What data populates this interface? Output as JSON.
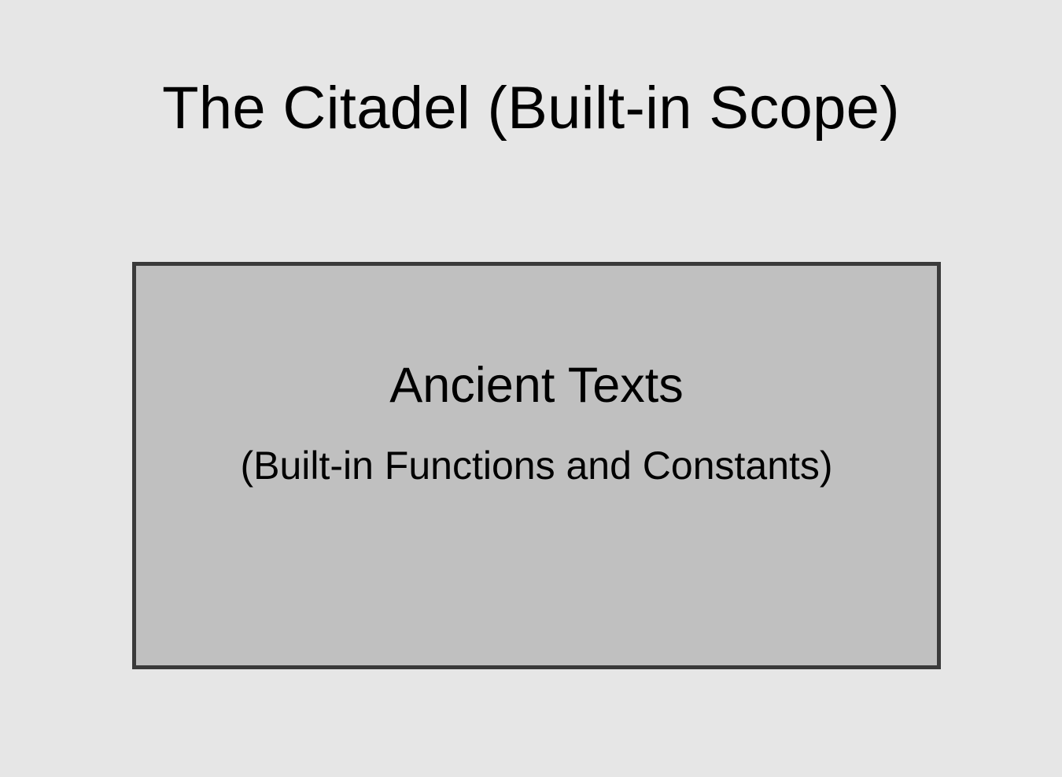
{
  "diagram": {
    "title": "The Citadel (Built-in Scope)",
    "box": {
      "title": "Ancient Texts",
      "subtitle": "(Built-in Functions and Constants)"
    }
  },
  "colors": {
    "background": "#e6e6e6",
    "box_fill": "#c0c0c0",
    "box_border": "#3a3a3a",
    "text": "#000000"
  }
}
